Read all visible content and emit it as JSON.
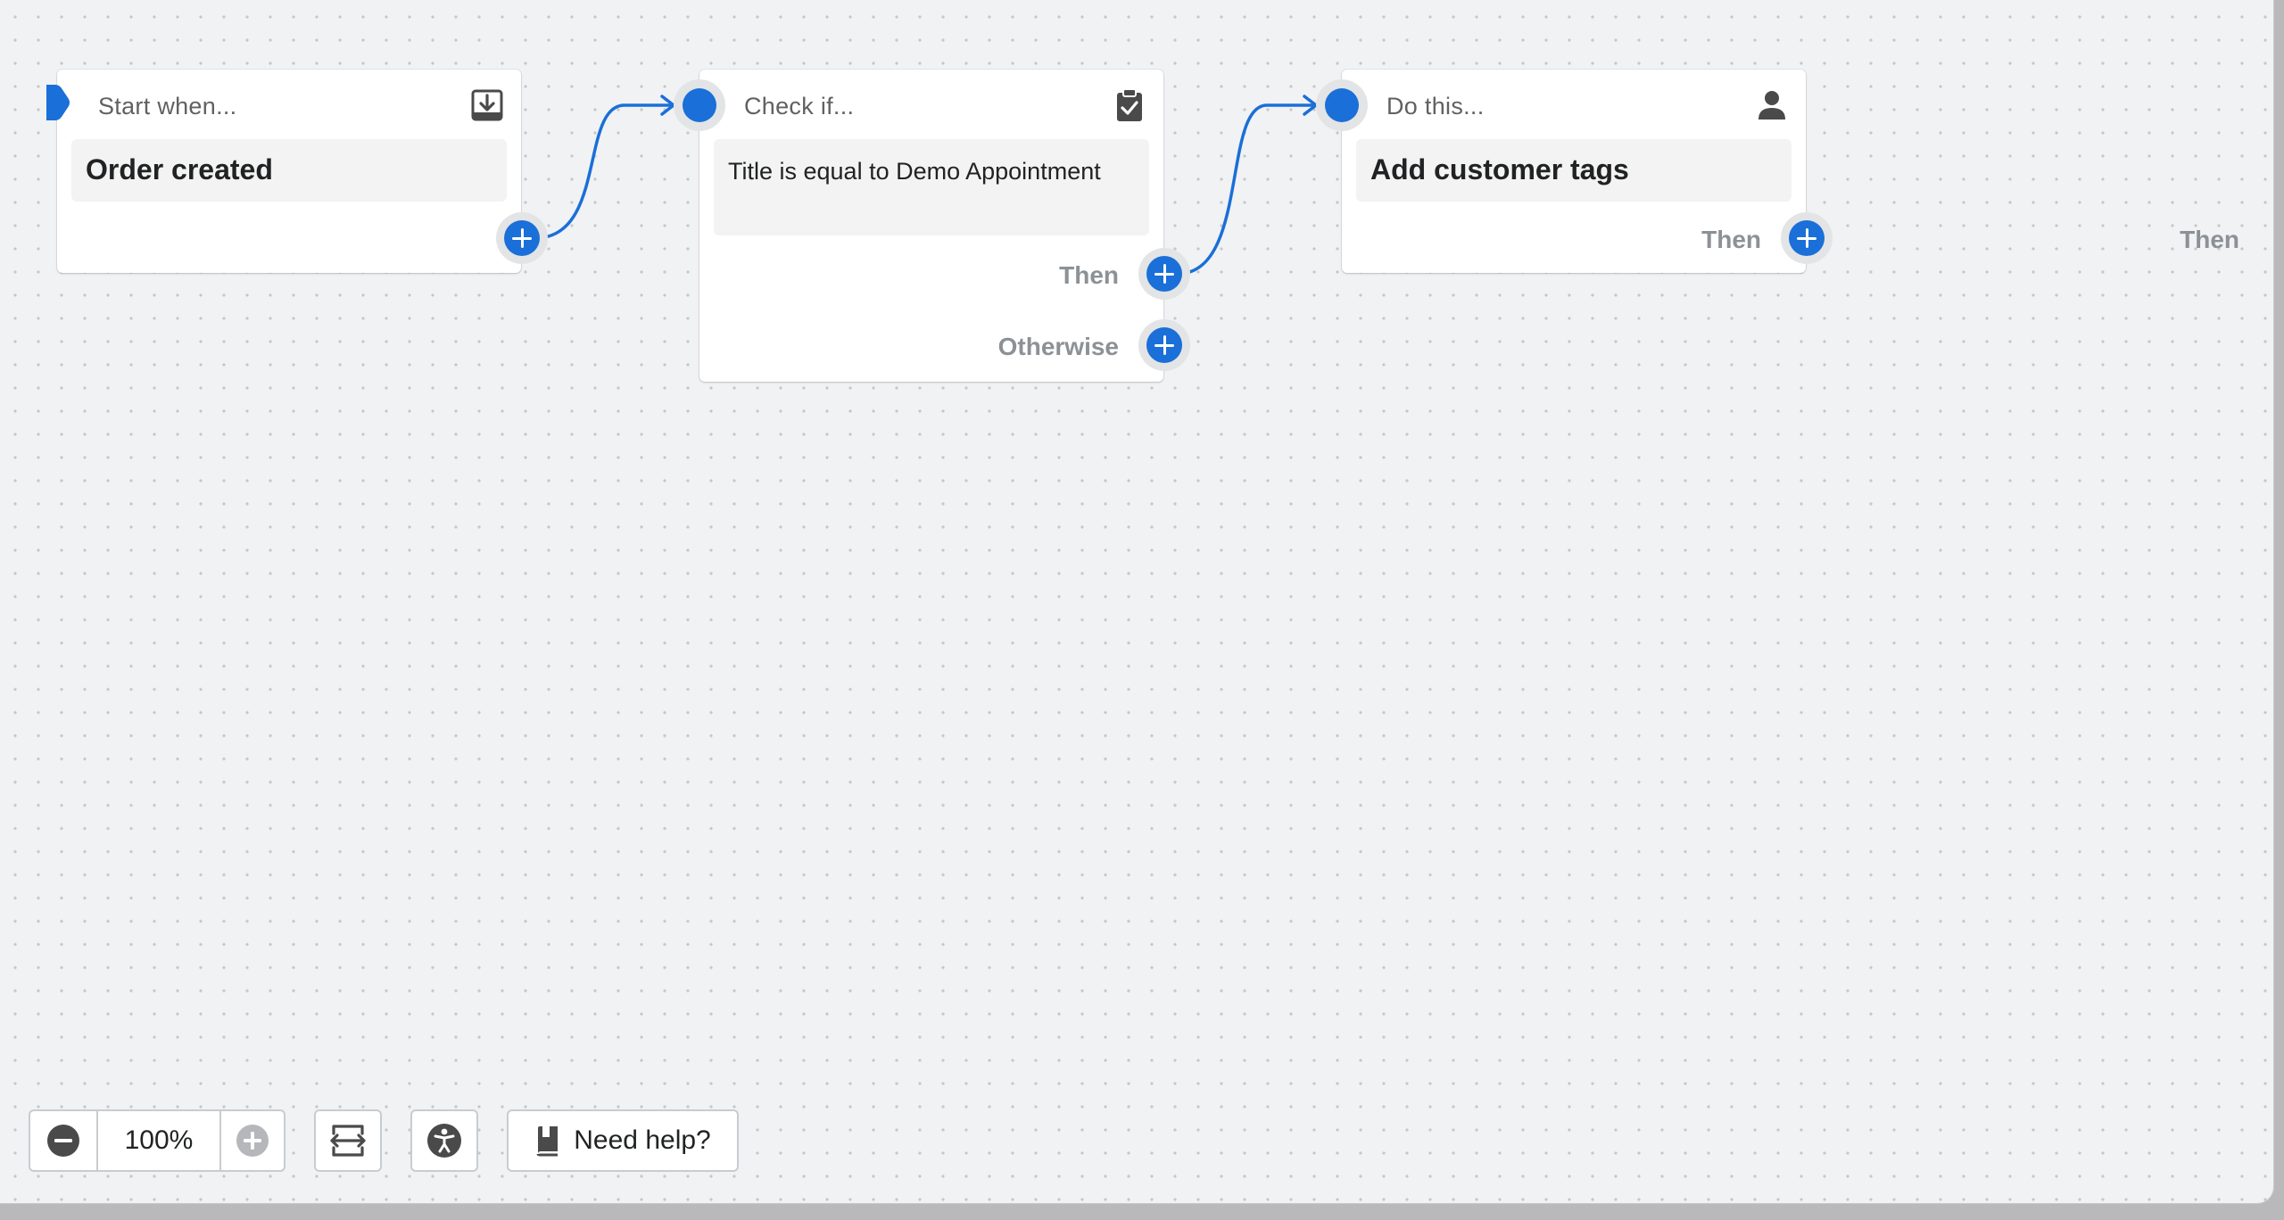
{
  "canvas": {
    "nodes": {
      "trigger": {
        "header": "Start when...",
        "icon": "import-download-icon",
        "body": "Order created",
        "outputs": [
          "Then"
        ]
      },
      "condition": {
        "header": "Check if...",
        "icon": "clipboard-check-icon",
        "body": "Title is equal to Demo Appointment",
        "outputs": [
          "Then",
          "Otherwise"
        ]
      },
      "action": {
        "header": "Do this...",
        "icon": "customer-person-icon",
        "body": "Add customer tags",
        "outputs": [
          "Then"
        ]
      }
    }
  },
  "toolbar": {
    "zoom_out_icon": "minus-circle-icon",
    "zoom_level": "100%",
    "zoom_in_icon": "plus-circle-icon",
    "fit_icon": "fit-to-screen-icon",
    "accessibility_icon": "accessibility-icon",
    "help_icon": "book-icon",
    "help_label": "Need help?"
  },
  "colors": {
    "accent": "#1a6fd8",
    "canvas_bg": "#f1f2f4",
    "muted_text": "#8c9196"
  }
}
